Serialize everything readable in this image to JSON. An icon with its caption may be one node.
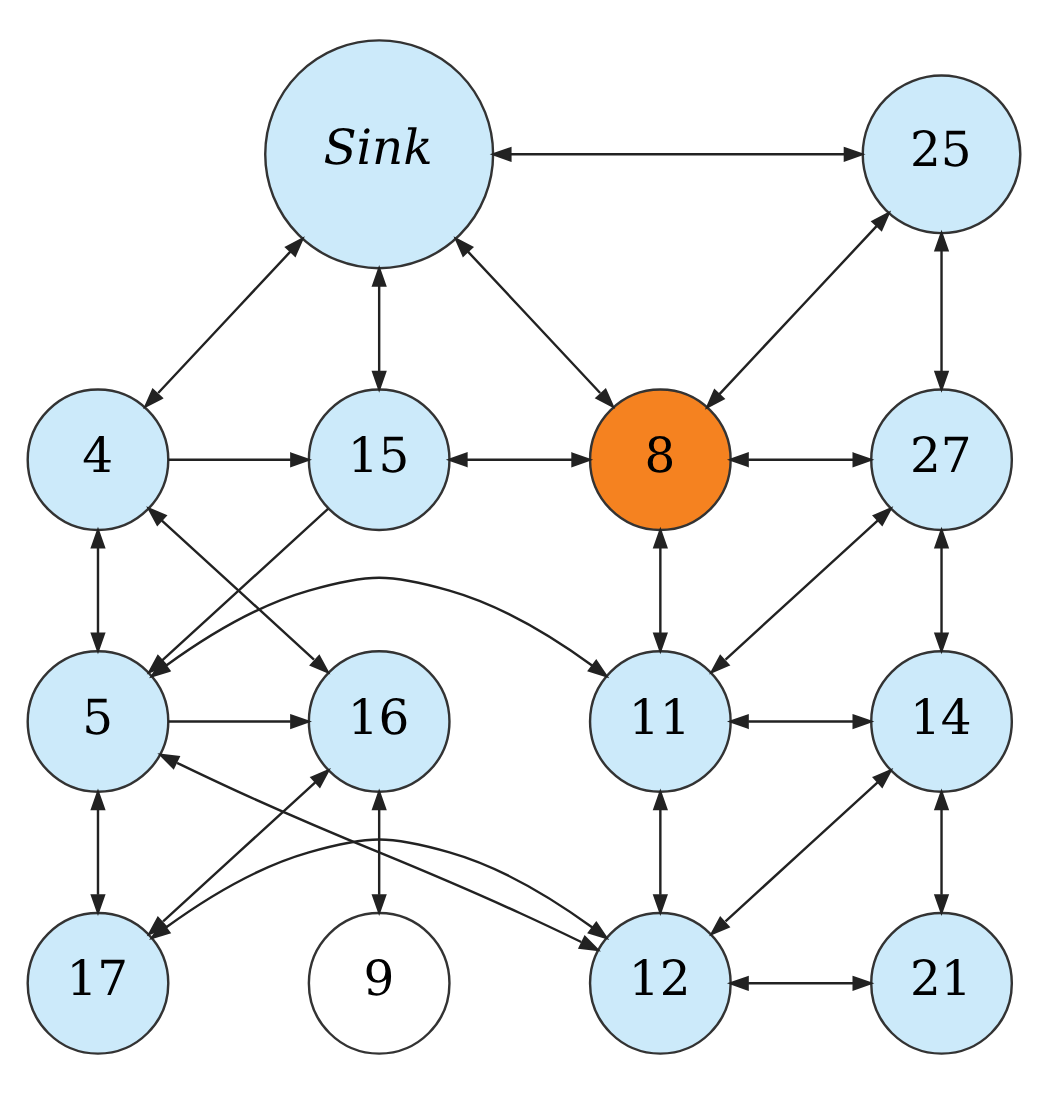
{
  "diagram": {
    "nodes": [
      {
        "text": [
          "Sink"
        ]
      },
      {
        "text": [
          "25"
        ]
      },
      {
        "text": [
          "4"
        ]
      },
      {
        "text": [
          "15"
        ]
      },
      {
        "text": [
          "8"
        ]
      },
      {
        "text": [
          "27"
        ]
      },
      {
        "text": [
          "16"
        ]
      },
      {
        "text": [
          "5"
        ]
      },
      {
        "text": [
          "11"
        ]
      },
      {
        "text": [
          "14"
        ]
      },
      {
        "text": [
          "9"
        ]
      },
      {
        "text": [
          "17"
        ]
      },
      {
        "text": [
          "12"
        ]
      },
      {
        "text": [
          "21"
        ]
      }
    ],
    "edges": [
      {
        "from": 0,
        "to": 1,
        "arrow": "both"
      },
      {
        "from": 0,
        "to": 2,
        "arrow": "both"
      },
      {
        "from": 0,
        "to": 3,
        "arrow": "both"
      },
      {
        "from": 0,
        "to": 4,
        "arrow": "both"
      },
      {
        "from": 1,
        "to": 4,
        "arrow": "both"
      },
      {
        "from": 1,
        "to": 5,
        "arrow": "both"
      },
      {
        "from": 2,
        "to": 3,
        "arrow": "to"
      },
      {
        "from": 3,
        "to": 4,
        "arrow": "both"
      },
      {
        "from": 4,
        "to": 5,
        "arrow": "both"
      },
      {
        "from": 2,
        "to": 6,
        "arrow": "both"
      },
      {
        "from": 2,
        "to": 7,
        "arrow": "both"
      },
      {
        "from": 3,
        "to": 7,
        "arrow": "to"
      },
      {
        "from": 4,
        "to": 8,
        "arrow": "both"
      },
      {
        "from": 5,
        "to": 8,
        "arrow": "both"
      },
      {
        "from": 5,
        "to": 9,
        "arrow": "both"
      },
      {
        "from": 7,
        "to": 6,
        "arrow": "to"
      },
      {
        "from": 7,
        "to": 8,
        "arrow": "both"
      },
      {
        "from": 8,
        "to": 9,
        "arrow": "both"
      },
      {
        "from": 6,
        "to": 10,
        "arrow": "both"
      },
      {
        "from": 6,
        "to": 11,
        "arrow": "both"
      },
      {
        "from": 7,
        "to": 11,
        "arrow": "both"
      },
      {
        "from": 7,
        "to": 12,
        "arrow": "both"
      },
      {
        "from": 8,
        "to": 12,
        "arrow": "both"
      },
      {
        "from": 9,
        "to": 12,
        "arrow": "both"
      },
      {
        "from": 9,
        "to": 13,
        "arrow": "both"
      },
      {
        "from": 11,
        "to": 12,
        "arrow": "both"
      },
      {
        "from": 12,
        "to": 13,
        "arrow": "both"
      }
    ]
  }
}
